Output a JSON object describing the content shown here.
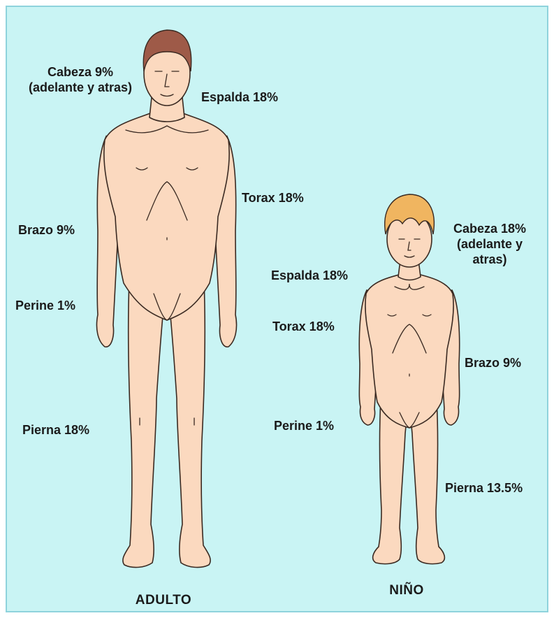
{
  "colors": {
    "background": "#c9f4f4",
    "skin": "#fbd9bf",
    "outline": "#3a2a22",
    "adult_hair": "#9e5a48",
    "child_hair": "#f0b560"
  },
  "adult": {
    "caption": "ADULTO",
    "labels": {
      "head_line1": "Cabeza 9%",
      "head_line2": "(adelante y atras)",
      "back": "Espalda 18%",
      "torso": "Torax 18%",
      "arm": "Brazo 9%",
      "perineum": "Perine 1%",
      "leg": "Pierna 18%"
    }
  },
  "child": {
    "caption": "NIÑO",
    "labels": {
      "head_line1": "Cabeza 18%",
      "head_line2": "(adelante y",
      "head_line3": "atras)",
      "back": "Espalda 18%",
      "torso": "Torax 18%",
      "arm": "Brazo 9%",
      "perineum": "Perine 1%",
      "leg": "Pierna 13.5%"
    }
  }
}
